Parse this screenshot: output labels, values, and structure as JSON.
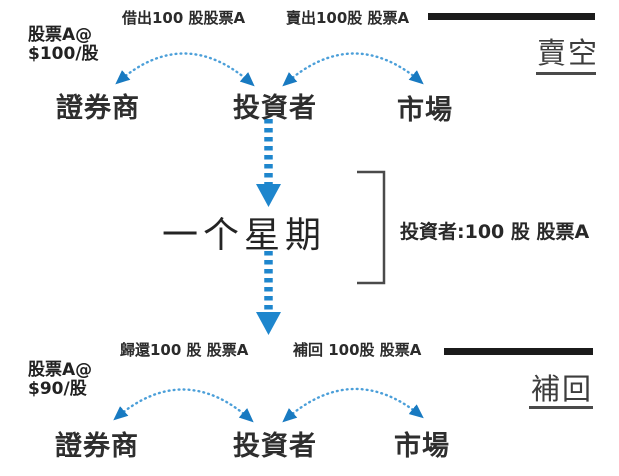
{
  "colors": {
    "arrow_blue": "#187ac1",
    "arc_blue": "#4b9fd9",
    "dash_blue": "#1e86cd",
    "bar_black": "#1b1b1b",
    "text_dark": "#2c2c2c",
    "section_gray": "#3d3d3d",
    "bracket_gray": "#4a4a4a"
  },
  "top_section": {
    "price_line1": "股票A@",
    "price_line2": "$100/股",
    "lend_label": "借出100 股股票A",
    "sell_label": "賣出100股 股票A",
    "section_label": "賣空",
    "nodes": {
      "broker": "證券商",
      "investor": "投資者",
      "market": "市場"
    }
  },
  "middle": {
    "duration_label": "一个星期",
    "holding_label": "投資者:100 股 股票A"
  },
  "bottom_section": {
    "price_line1": "股票A@",
    "price_line2": "$90/股",
    "return_label": "歸還100 股 股票A",
    "buyback_label": "補回 100股 股票A",
    "section_label": "補回",
    "nodes": {
      "broker": "證券商",
      "investor": "投資者",
      "market": "市場"
    }
  }
}
